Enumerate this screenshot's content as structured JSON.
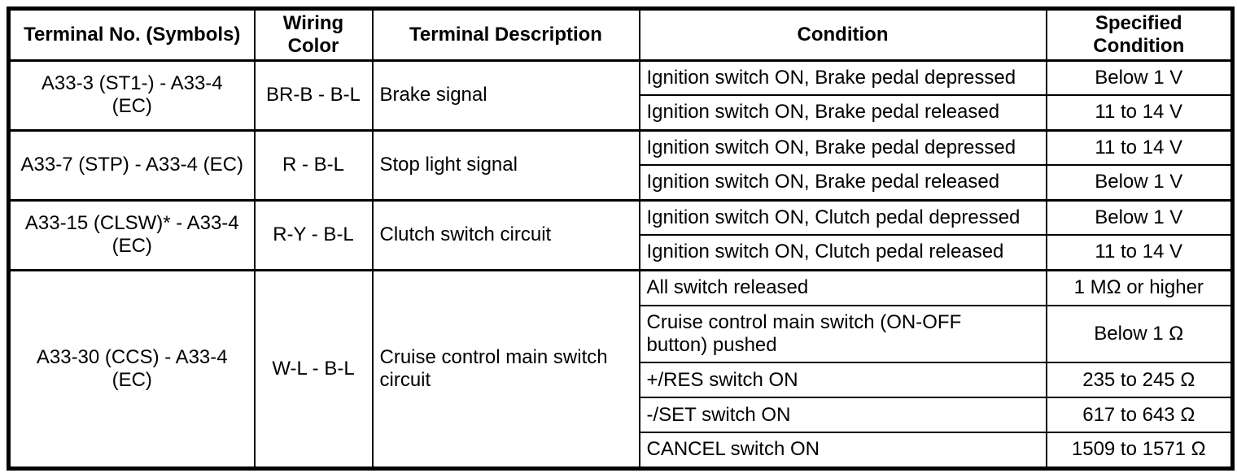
{
  "table": {
    "headers": [
      "Terminal No. (Symbols)",
      "Wiring Color",
      "Terminal Description",
      "Condition",
      "Specified Condition"
    ],
    "rows": [
      {
        "terminal": "A33-3 (ST1-) - A33-4\n(EC)",
        "wiring_color": "BR-B - B-L",
        "description": "Brake signal",
        "conditions": [
          {
            "condition": "Ignition switch ON, Brake pedal depressed",
            "specified": "Below 1 V"
          },
          {
            "condition": "Ignition switch ON, Brake pedal released",
            "specified": "11 to 14 V"
          }
        ]
      },
      {
        "terminal": "A33-7 (STP) - A33-4 (EC)",
        "wiring_color": "R - B-L",
        "description": "Stop light signal",
        "conditions": [
          {
            "condition": "Ignition switch ON, Brake pedal depressed",
            "specified": "11 to 14 V"
          },
          {
            "condition": "Ignition switch ON, Brake pedal released",
            "specified": "Below 1 V"
          }
        ]
      },
      {
        "terminal": "A33-15 (CLSW)* - A33-4\n(EC)",
        "wiring_color": "R-Y - B-L",
        "description": "Clutch switch circuit",
        "conditions": [
          {
            "condition": "Ignition switch ON, Clutch pedal depressed",
            "specified": "Below 1 V"
          },
          {
            "condition": "Ignition switch ON, Clutch pedal released",
            "specified": "11 to 14 V"
          }
        ]
      },
      {
        "terminal": "A33-30 (CCS) - A33-4\n(EC)",
        "wiring_color": "W-L - B-L",
        "description": "Cruise control main switch circuit",
        "conditions": [
          {
            "condition": "All switch released",
            "specified": "1 MΩ or higher"
          },
          {
            "condition": "Cruise control main switch (ON-OFF\nbutton) pushed",
            "specified": "Below 1 Ω"
          },
          {
            "condition": "+/RES switch ON",
            "specified": "235 to 245 Ω"
          },
          {
            "condition": "-/SET switch ON",
            "specified": "617 to 643 Ω"
          },
          {
            "condition": "CANCEL switch ON",
            "specified": "1509 to 1571 Ω"
          }
        ]
      }
    ]
  },
  "colors": {
    "border": "#000000",
    "background": "#ffffff",
    "text": "#000000"
  }
}
